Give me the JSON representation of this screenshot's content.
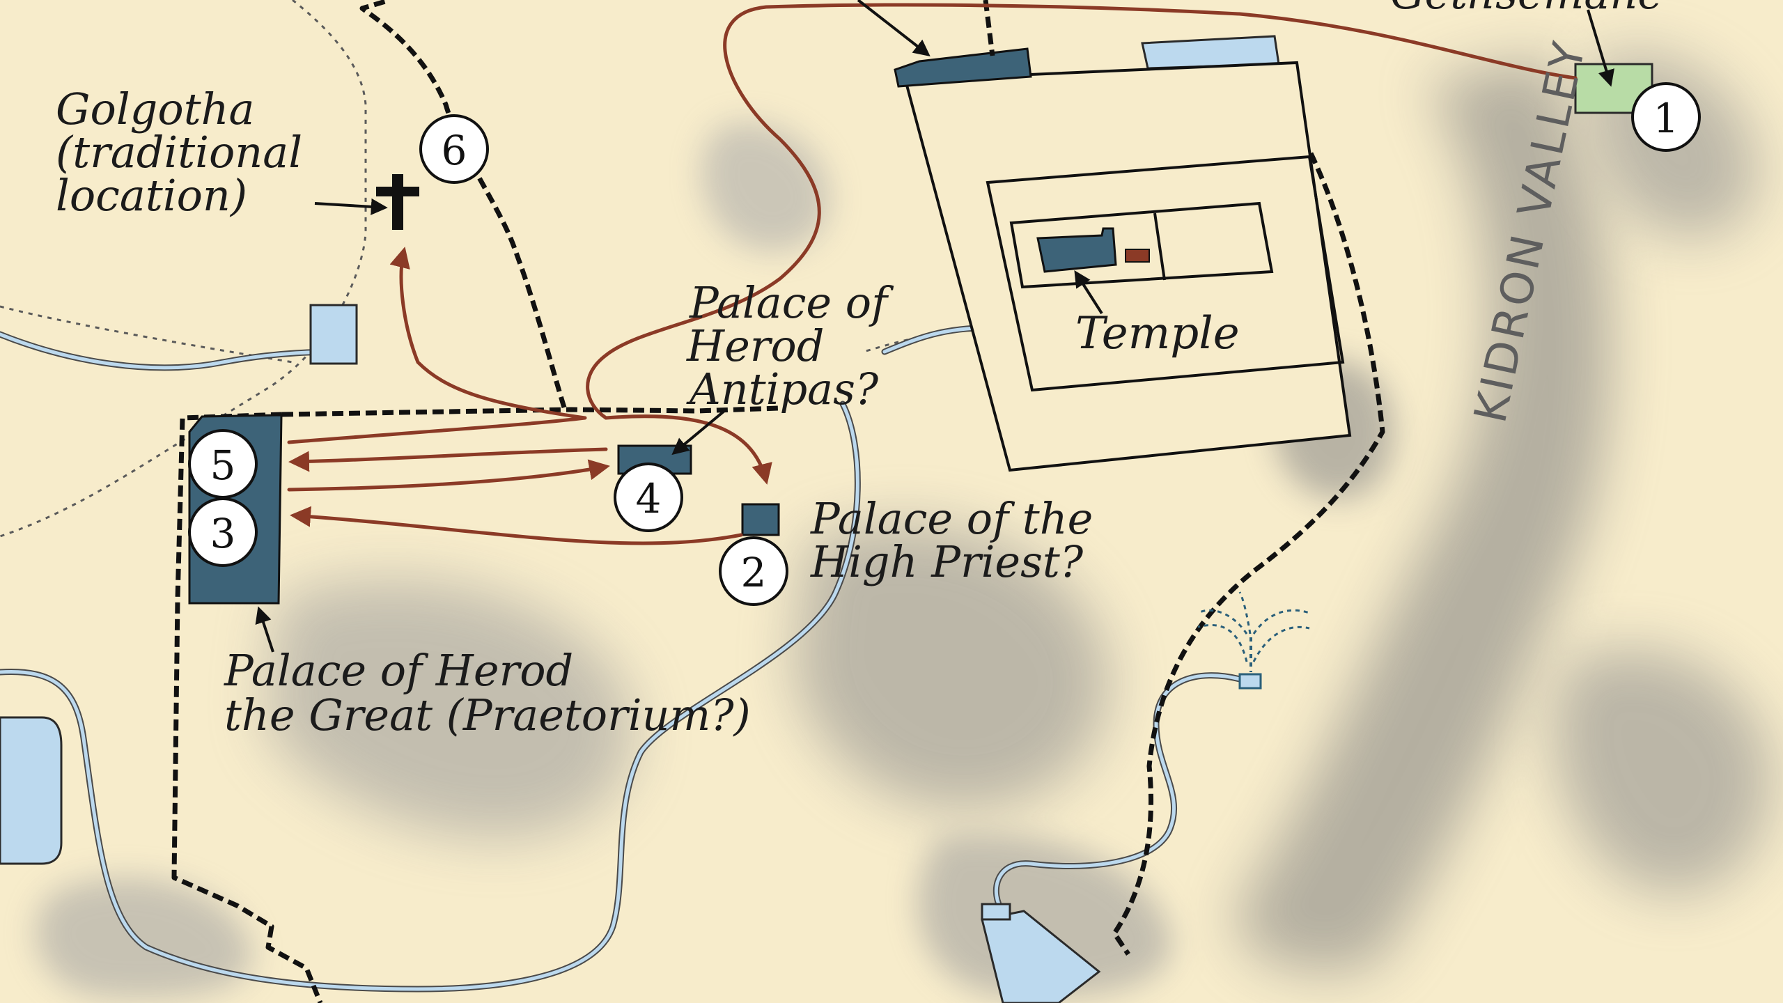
{
  "labels": {
    "gethsemane": "Gethsemane",
    "golgotha_line1": "Golgotha",
    "golgotha_line2": "(traditional",
    "golgotha_line3": "location)",
    "antipas_line1": "Palace of",
    "antipas_line2": "Herod",
    "antipas_line3": "Antipas?",
    "temple": "Temple",
    "high_priest_line1": "Palace of the",
    "high_priest_line2": "High Priest?",
    "herod_great_line1": "Palace of Herod",
    "herod_great_line2": "the Great (Praetorium?)",
    "kidron": "KIDRON VALLEY"
  },
  "stations": {
    "s1": "1",
    "s2": "2",
    "s3": "3",
    "s4": "4",
    "s5": "5",
    "s6": "6"
  },
  "icons": {
    "cross": "cross-icon",
    "spring": "spring-icon"
  },
  "colors": {
    "background": "#f7eccb",
    "terrain": "#8a8a8a",
    "route": "#8b3a26",
    "building": "#3d6378",
    "water": "#bcd9ee",
    "garden": "#b8dca6",
    "wall": "#111111"
  }
}
